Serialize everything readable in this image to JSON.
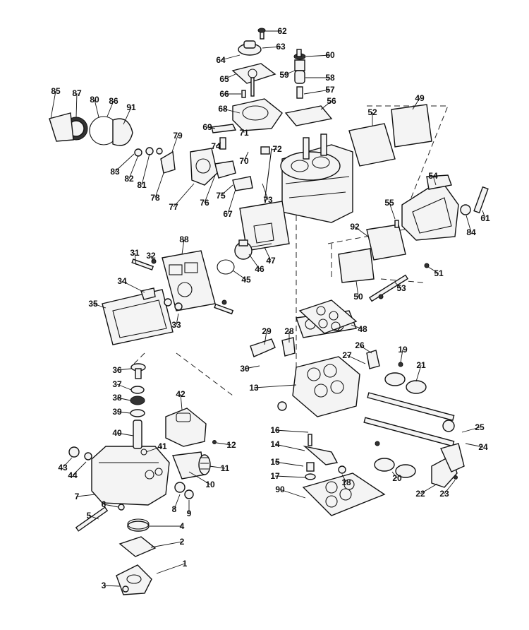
{
  "callouts": [
    "1",
    "2",
    "3",
    "4",
    "5",
    "6",
    "7",
    "8",
    "9",
    "10",
    "11",
    "12",
    "13",
    "14",
    "15",
    "16",
    "17",
    "18",
    "19",
    "20",
    "21",
    "22",
    "23",
    "24",
    "25",
    "26",
    "27",
    "28",
    "29",
    "30",
    "31",
    "32",
    "33",
    "34",
    "35",
    "36",
    "37",
    "38",
    "39",
    "40",
    "41",
    "42",
    "43",
    "44",
    "45",
    "46",
    "47",
    "48",
    "49",
    "50",
    "51",
    "52",
    "53",
    "54",
    "55",
    "56",
    "57",
    "58",
    "59",
    "60",
    "61",
    "62",
    "63",
    "64",
    "65",
    "66",
    "67",
    "68",
    "69",
    "70",
    "71",
    "72",
    "73",
    "74",
    "75",
    "76",
    "77",
    "78",
    "79",
    "80",
    "81",
    "82",
    "83",
    "84",
    "85",
    "86",
    "87",
    "88",
    "90",
    "91",
    "92"
  ],
  "colors": {
    "ink": "#111111",
    "paper": "#ffffff"
  }
}
